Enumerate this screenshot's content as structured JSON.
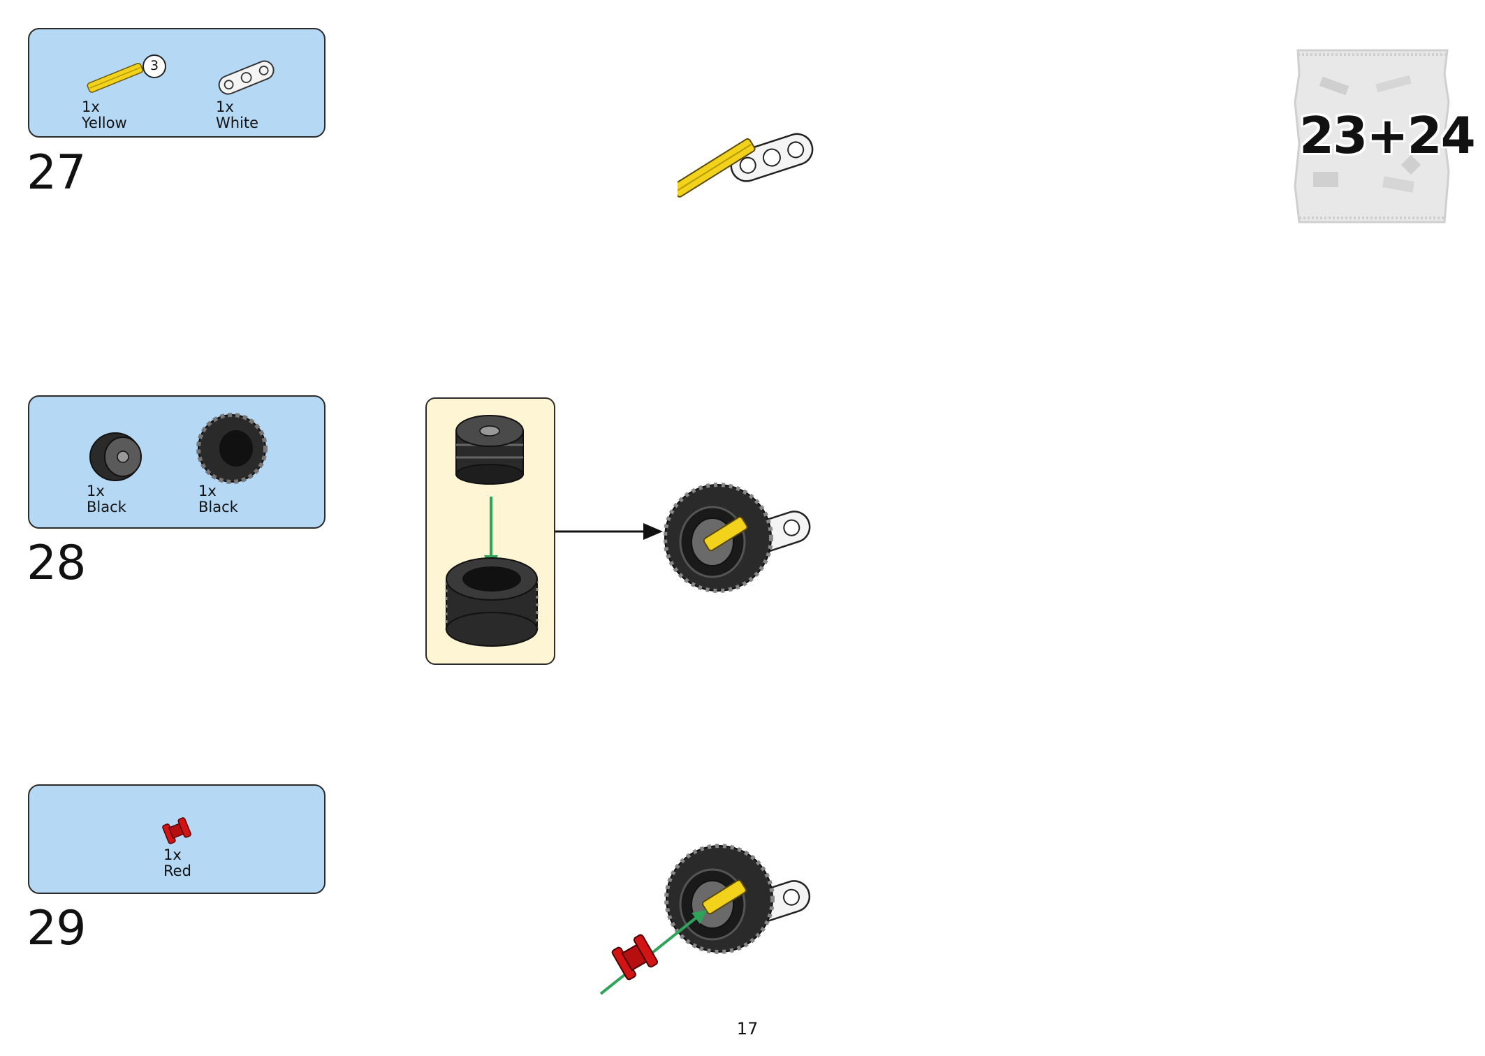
{
  "page": {
    "number": "17",
    "bag_label": "23+24"
  },
  "steps": [
    {
      "number": "27",
      "parts": [
        {
          "qty": "1x",
          "color": "Yellow",
          "icon": "axle-3-icon",
          "callout": "3"
        },
        {
          "qty": "1x",
          "color": "White",
          "icon": "liftarm-3-icon"
        }
      ]
    },
    {
      "number": "28",
      "parts": [
        {
          "qty": "1x",
          "color": "Black",
          "icon": "wheel-rim-icon"
        },
        {
          "qty": "1x",
          "color": "Black",
          "icon": "tire-icon"
        }
      ]
    },
    {
      "number": "29",
      "parts": [
        {
          "qty": "1x",
          "color": "Red",
          "icon": "bush-icon"
        }
      ]
    }
  ],
  "colors": {
    "parts_box_bg": "#b5d8f5",
    "subassembly_bg": "#fdf5d4",
    "arrow_green": "#2fa35a",
    "yellow": "#f2d21b",
    "red": "#d21414",
    "black_part": "#2a2a2a",
    "white_part": "#f4f4f4"
  }
}
